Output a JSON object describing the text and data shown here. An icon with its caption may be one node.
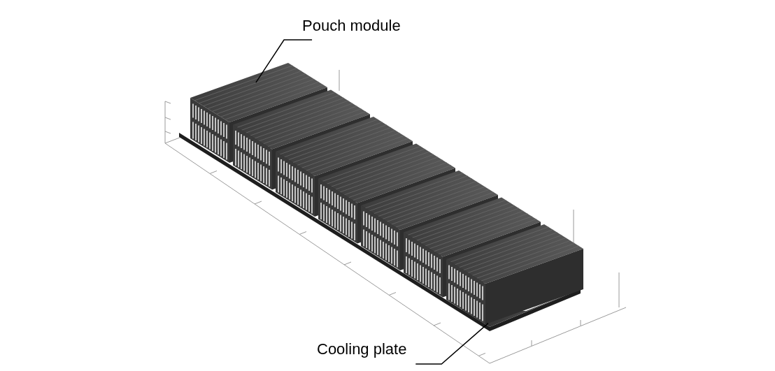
{
  "diagram": {
    "nodes": [
      {
        "text": [
          "Pouch module"
        ]
      },
      {
        "text": [],
        "shape": "picture"
      },
      {
        "text": [
          "Cooling plate"
        ]
      },
      {
        "text": [],
        "shape": "picture"
      }
    ],
    "edges": [
      {
        "from": 0,
        "to": 1,
        "arrow": "none"
      },
      {
        "from": 2,
        "to": 3,
        "arrow": "none"
      }
    ]
  }
}
